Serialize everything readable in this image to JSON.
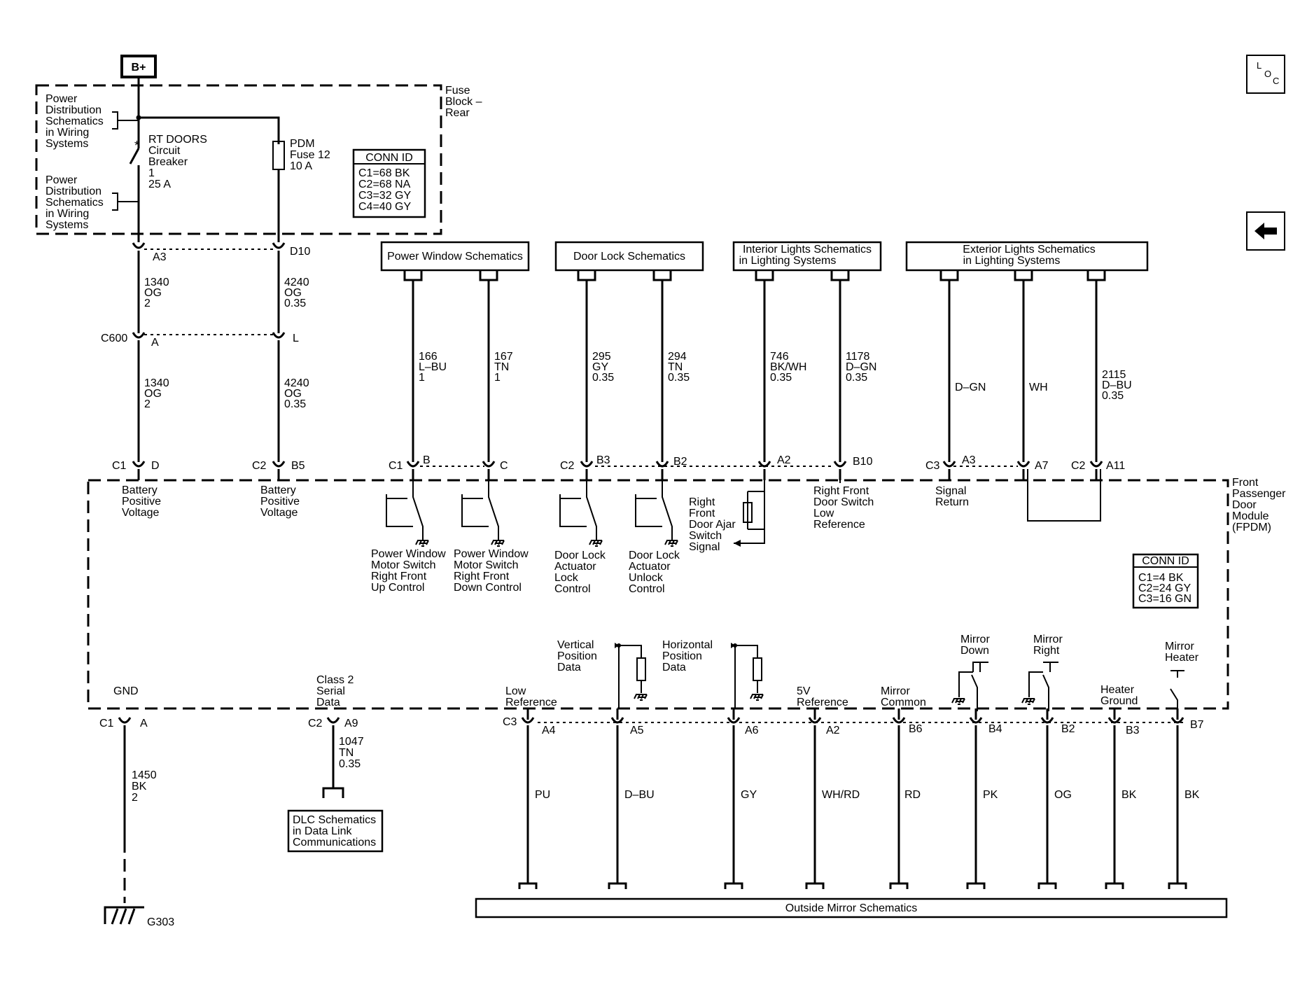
{
  "nav": {
    "loc_letters": [
      "L",
      "O",
      "C"
    ],
    "back_icon": "left-arrow-icon"
  },
  "top": {
    "b_plus": "B+",
    "fuse_block_label": [
      "Fuse",
      "Block –",
      "Rear"
    ],
    "pd_ref_1": [
      "Power",
      "Distribution",
      "Schematics",
      "in Wiring",
      "Systems"
    ],
    "pd_ref_2": [
      "Power",
      "Distribution",
      "Schematics",
      "in Wiring",
      "Systems"
    ],
    "breaker_label": [
      "RT DOORS",
      "Circuit",
      "Breaker",
      "1",
      "25 A"
    ],
    "fuse_label": [
      "PDM",
      "Fuse 12",
      "10 A"
    ],
    "conn_id_top": {
      "title": "CONN ID",
      "rows": [
        "C1=68 BK",
        "C2=68 NA",
        "C3=32 GY",
        "C4=40 GY"
      ]
    },
    "pin_a3": "A3",
    "pin_d10": "D10",
    "wire_1340_top": [
      "1340",
      "OG",
      "2"
    ],
    "wire_4240_top": [
      "4240",
      "OG",
      "0.35"
    ],
    "c600": "C600",
    "c600_pin_a": "A",
    "c600_pin_l": "L",
    "wire_1340_bot": [
      "1340",
      "OG",
      "2"
    ],
    "wire_4240_bot": [
      "4240",
      "OG",
      "0.35"
    ]
  },
  "schematic_refs": {
    "power_window": "Power Window Schematics",
    "door_lock": "Door Lock Schematics",
    "interior_lights": [
      "Interior Lights Schematics",
      "in Lighting Systems"
    ],
    "exterior_lights": [
      "Exterior Lights Schematics",
      "in Lighting Systems"
    ],
    "dlc": [
      "DLC Schematics",
      "in Data Link",
      "Communications"
    ],
    "outside_mirror": "Outside Mirror Schematics"
  },
  "upper_wires": [
    {
      "label": [
        "166",
        "L–BU",
        "1"
      ]
    },
    {
      "label": [
        "167",
        "TN",
        "1"
      ]
    },
    {
      "label": [
        "295",
        "GY",
        "0.35"
      ]
    },
    {
      "label": [
        "294",
        "TN",
        "0.35"
      ]
    },
    {
      "label": [
        "746",
        "BK/WH",
        "0.35"
      ]
    },
    {
      "label": [
        "1178",
        "D–GN",
        "0.35"
      ]
    },
    {
      "label": [
        "D–GN"
      ]
    },
    {
      "label": [
        "WH"
      ]
    },
    {
      "label": [
        "2115",
        "D–BU",
        "0.35"
      ]
    }
  ],
  "module": {
    "name": [
      "Front",
      "Passenger",
      "Door",
      "Module",
      "(FPDM)"
    ],
    "conn_id": {
      "title": "CONN ID",
      "rows": [
        "C1=4 BK",
        "C2=24 GY",
        "C3=16 GN"
      ]
    },
    "upper_pins": {
      "c1_d": [
        "C1",
        "D"
      ],
      "c2_b5": [
        "C2",
        "B5"
      ],
      "c1_b": [
        "C1",
        "B"
      ],
      "c_pin": "C",
      "c2_b3": [
        "C2",
        "B3"
      ],
      "b2": "B2",
      "a2": "A2",
      "b10": "B10",
      "c3_a3": [
        "C3",
        "A3"
      ],
      "a7": "A7",
      "c2_a11": [
        "C2",
        "A11"
      ]
    },
    "battery_1": [
      "Battery",
      "Positive",
      "Voltage"
    ],
    "battery_2": [
      "Battery",
      "Positive",
      "Voltage"
    ],
    "pw_up": [
      "Power Window",
      "Motor Switch",
      "Right Front",
      "Up Control"
    ],
    "pw_down": [
      "Power Window",
      "Motor Switch",
      "Right Front",
      "Down Control"
    ],
    "dl_lock": [
      "Door Lock",
      "Actuator",
      "Lock",
      "Control"
    ],
    "dl_unlock": [
      "Door Lock",
      "Actuator",
      "Unlock",
      "Control"
    ],
    "door_ajar": [
      "Right",
      "Front",
      "Door Ajar",
      "Switch",
      "Signal"
    ],
    "door_switch_low": [
      "Right Front",
      "Door Switch",
      "Low",
      "Reference"
    ],
    "signal_return": [
      "Signal",
      "Return"
    ],
    "gnd": "GND",
    "class2": [
      "Class 2",
      "Serial",
      "Data"
    ],
    "low_ref": [
      "Low",
      "Reference"
    ],
    "vert_pos": [
      "Vertical",
      "Position",
      "Data"
    ],
    "horiz_pos": [
      "Horizontal",
      "Position",
      "Data"
    ],
    "five_v": [
      "5V",
      "Reference"
    ],
    "mirror_common": [
      "Mirror",
      "Common"
    ],
    "mirror_down": [
      "Mirror",
      "Down"
    ],
    "mirror_right": [
      "Mirror",
      "Right"
    ],
    "heater_ground": [
      "Heater",
      "Ground"
    ],
    "mirror_heater": [
      "Mirror",
      "Heater"
    ],
    "lower_pins": {
      "c1_a": [
        "C1",
        "A"
      ],
      "c2_a9": [
        "C2",
        "A9"
      ],
      "c3_a4": [
        "C3",
        "A4"
      ],
      "a5": "A5",
      "a6": "A6",
      "a2": "A2",
      "b6": "B6",
      "b4": "B4",
      "b2": "B2",
      "b3": "B3",
      "b7": "B7"
    }
  },
  "lower_wires": {
    "gnd_wire": [
      "1450",
      "BK",
      "2"
    ],
    "class2_wire": [
      "1047",
      "TN",
      "0.35"
    ],
    "colors": [
      "PU",
      "D–BU",
      "GY",
      "WH/RD",
      "RD",
      "PK",
      "OG",
      "BK",
      "BK"
    ]
  },
  "ground": "G303"
}
